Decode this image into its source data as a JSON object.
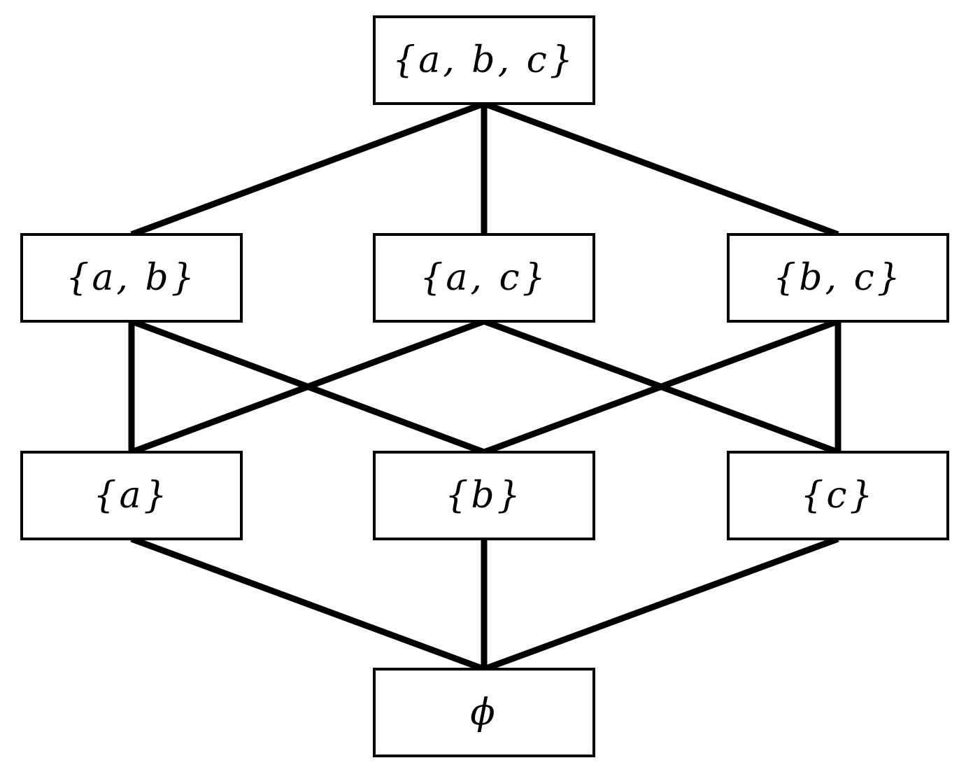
{
  "diagram": {
    "nodes": [
      {
        "id": "abc",
        "label": "{a, b, c}"
      },
      {
        "id": "ab",
        "label": "{a, b}"
      },
      {
        "id": "ac",
        "label": "{a, c}"
      },
      {
        "id": "bc",
        "label": "{b, c}"
      },
      {
        "id": "a",
        "label": "{a}"
      },
      {
        "id": "b",
        "label": "{b}"
      },
      {
        "id": "c",
        "label": "{c}"
      },
      {
        "id": "empty",
        "label": "ϕ"
      }
    ],
    "edges": [
      {
        "from": "abc",
        "to": "ab"
      },
      {
        "from": "abc",
        "to": "ac"
      },
      {
        "from": "abc",
        "to": "bc"
      },
      {
        "from": "ab",
        "to": "a"
      },
      {
        "from": "ab",
        "to": "b"
      },
      {
        "from": "ac",
        "to": "a"
      },
      {
        "from": "ac",
        "to": "c"
      },
      {
        "from": "bc",
        "to": "b"
      },
      {
        "from": "bc",
        "to": "c"
      },
      {
        "from": "a",
        "to": "empty"
      },
      {
        "from": "b",
        "to": "empty"
      },
      {
        "from": "c",
        "to": "empty"
      }
    ]
  }
}
